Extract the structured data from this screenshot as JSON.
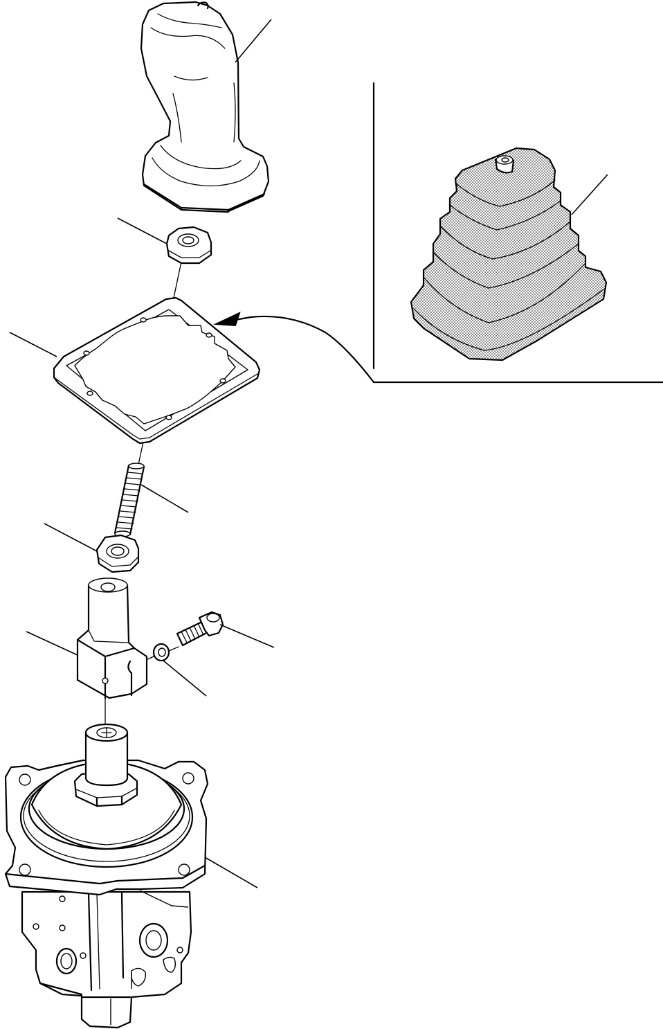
{
  "drawing": {
    "type": "exploded-parts-view",
    "parts": [
      {
        "name": "joystick-grip"
      },
      {
        "name": "grip-nut"
      },
      {
        "name": "cover-plate"
      },
      {
        "name": "threaded-stud"
      },
      {
        "name": "lock-nut"
      },
      {
        "name": "lever-adapter"
      },
      {
        "name": "cap-screw"
      },
      {
        "name": "washer"
      },
      {
        "name": "pilot-valve"
      },
      {
        "name": "rubber-boot"
      }
    ],
    "inset": {
      "part": "rubber-boot",
      "fill": "stipple"
    },
    "colors": {
      "line": "#000000",
      "background": "#ffffff"
    }
  }
}
